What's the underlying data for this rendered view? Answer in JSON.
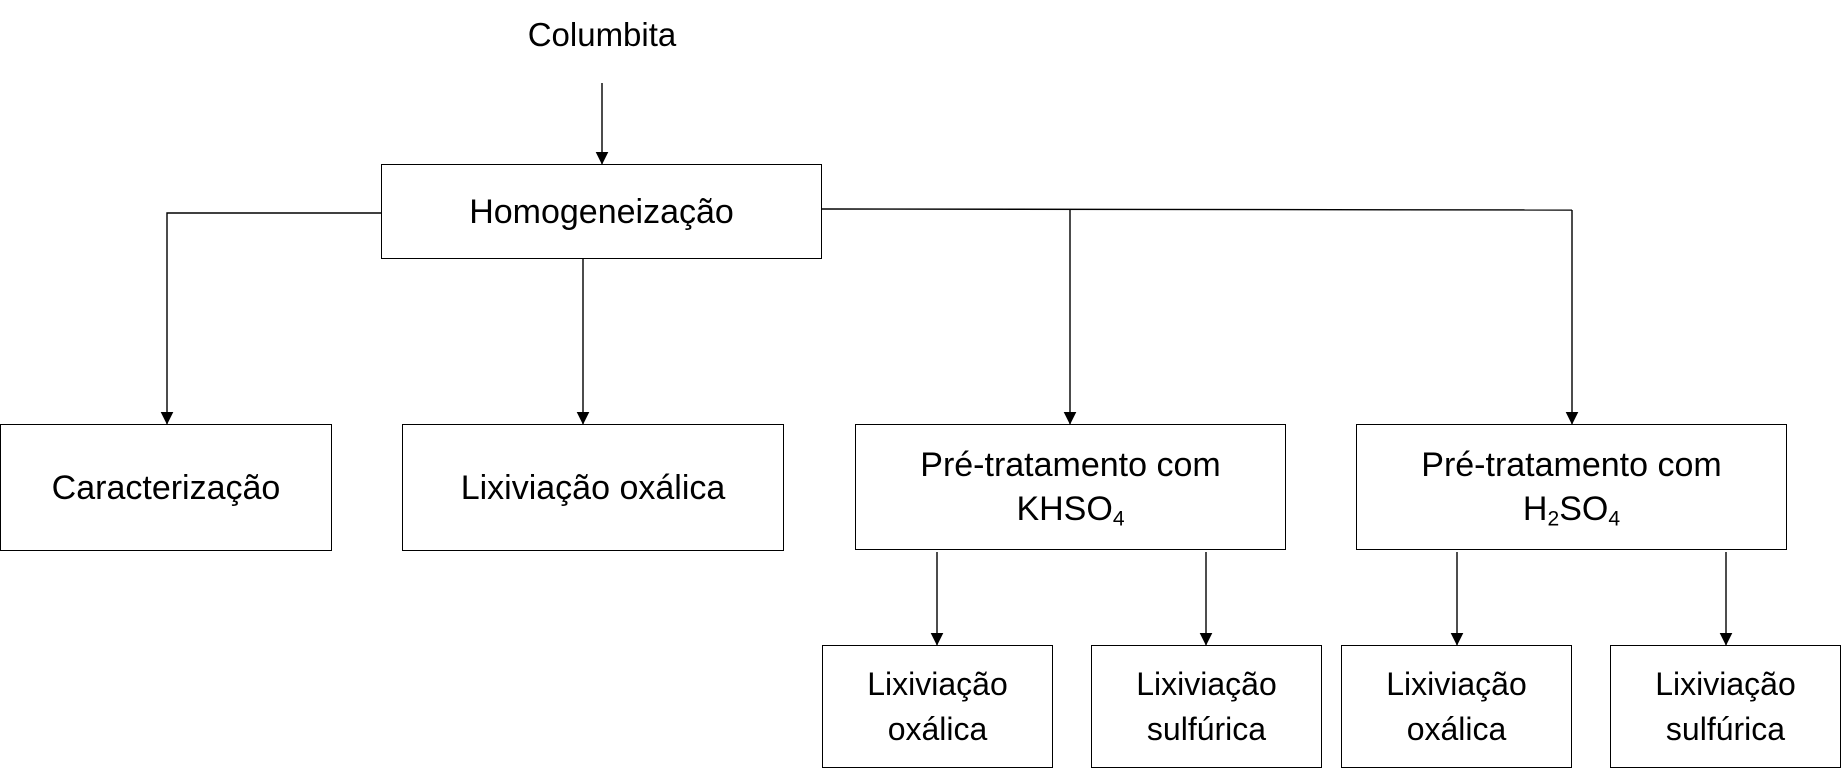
{
  "diagram": {
    "source": "Columbita",
    "homogenization": "Homogeneização",
    "characterization": "Caracterização",
    "oxalic_leaching_direct": "Lixiviação oxálica",
    "pretreatment_khso4": {
      "line1": "Pré-tratamento com",
      "formula_a": "KHSO",
      "formula_a_sub": "4"
    },
    "pretreatment_h2so4": {
      "line1": "Pré-tratamento com",
      "formula_h": "H",
      "formula_h_sub": "2",
      "formula_so": "SO",
      "formula_so_sub": "4"
    },
    "khso4_oxalic": {
      "line1": "Lixiviação",
      "line2": "oxálica"
    },
    "khso4_sulfuric": {
      "line1": "Lixiviação",
      "line2": "sulfúrica"
    },
    "h2so4_oxalic": {
      "line1": "Lixiviação",
      "line2": "oxálica"
    },
    "h2so4_sulfuric": {
      "line1": "Lixiviação",
      "line2": "sulfúrica"
    }
  }
}
